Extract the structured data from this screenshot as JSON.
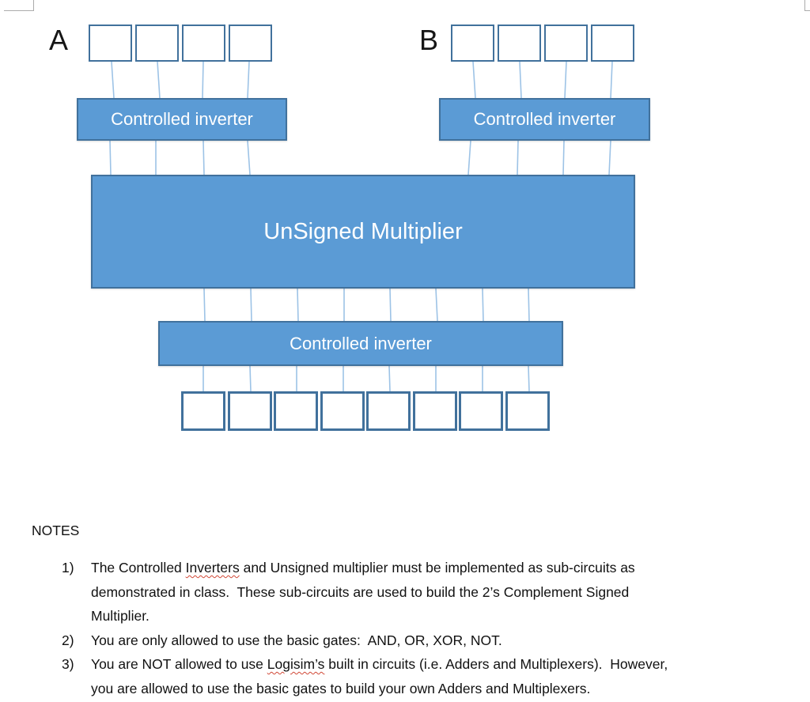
{
  "diagram": {
    "label_a": "A",
    "label_b": "B",
    "inverter_a_label": "Controlled inverter",
    "inverter_b_label": "Controlled inverter",
    "multiplier_label": "UnSigned Multiplier",
    "inverter_out_label": "Controlled inverter",
    "bits_a_count": 4,
    "bits_b_count": 4,
    "bits_out_count": 8,
    "colors": {
      "block_fill": "#5B9BD5",
      "block_border": "#41719C",
      "bit_border": "#41719C",
      "connector": "#9DC3E6",
      "block_text": "#FFFFFF"
    }
  },
  "notes": {
    "heading": "NOTES",
    "items": [
      {
        "number": "1)",
        "line1_pre": "The Controlled ",
        "line1_misspelled": "Inverters",
        "line1_post": " and Unsigned multiplier must be implemented as sub-circuits as",
        "line2": "demonstrated in class.  These sub-circuits are used to build the 2’s Complement Signed",
        "line3": "Multiplier."
      },
      {
        "number": "2)",
        "line1": "You are only allowed to use the basic gates:  AND, OR, XOR, NOT."
      },
      {
        "number": "3)",
        "line1_pre": "You are NOT allowed to use ",
        "line1_misspelled": "Logisim’s",
        "line1_post": " built in circuits (i.e. Adders and Multiplexers).  However,",
        "line2": "you are allowed to use the basic gates to build your own Adders and Multiplexers."
      }
    ]
  }
}
